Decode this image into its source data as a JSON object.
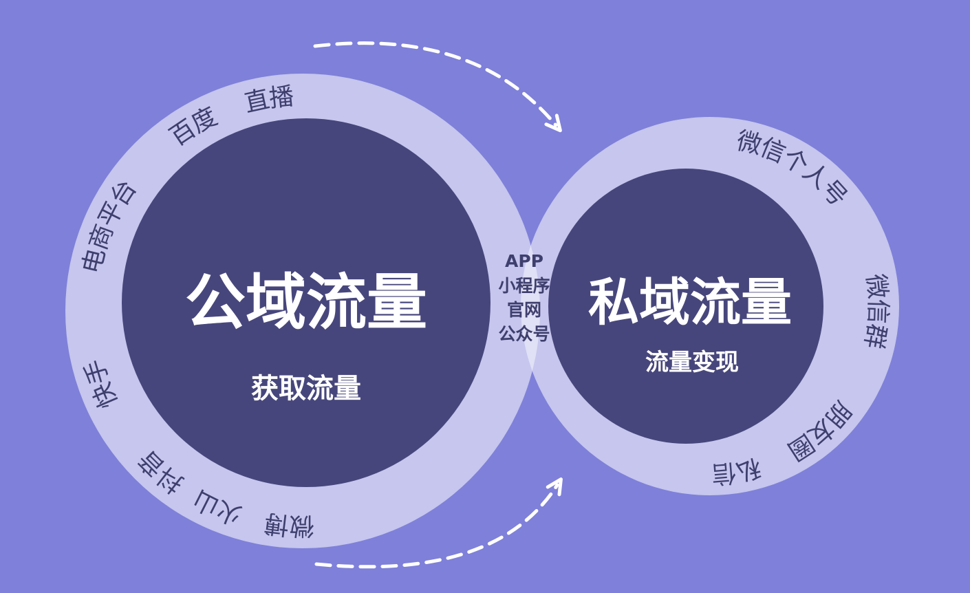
{
  "colors": {
    "background": "#7f80d9",
    "outer_ring": "#c6c6ee",
    "inner_core": "#47467c",
    "overlap": "#dcdcf5",
    "ring_text": "#3f3f6e",
    "core_text": "#ffffff",
    "arrow": "#ffffff"
  },
  "public": {
    "title": "公域流量",
    "subtitle": "获取流量",
    "ring_items": [
      "直播",
      "百度",
      "电商平台",
      "快手",
      "抖音",
      "火山",
      "微博"
    ]
  },
  "private": {
    "title": "私域流量",
    "subtitle": "流量变现",
    "ring_items": [
      "微信个人号",
      "微信群",
      "朋友圈",
      "私信"
    ]
  },
  "bridge": {
    "items": [
      "APP",
      "小程序",
      "官网",
      "公众号"
    ]
  },
  "arrows": {
    "top": "arrow-right-icon",
    "bottom": "arrow-up-right-icon"
  }
}
